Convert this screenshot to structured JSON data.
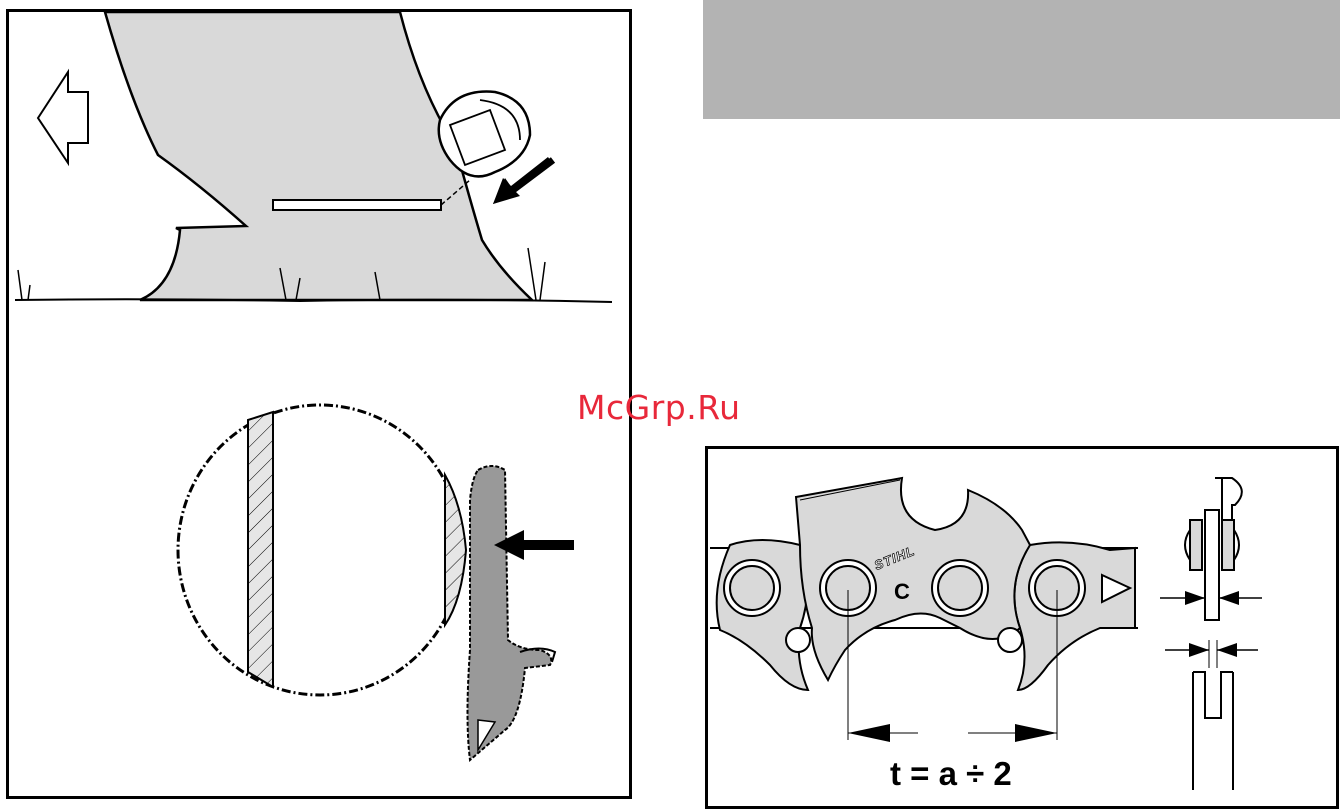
{
  "watermark": "McGrp.Ru",
  "chain_diagram": {
    "formula": "t = a ÷ 2",
    "brand": "STIHL",
    "code": "C"
  },
  "colors": {
    "tree_fill": "#d9d9d9",
    "saw_fill": "#999999",
    "banner": "#b3b3b3",
    "chain_fill": "#d9d9d9",
    "watermark": "#e8283a"
  },
  "icons": [
    "direction-arrow-icon",
    "push-arrow-icon",
    "earmuff-icon",
    "chainsaw-icon"
  ]
}
